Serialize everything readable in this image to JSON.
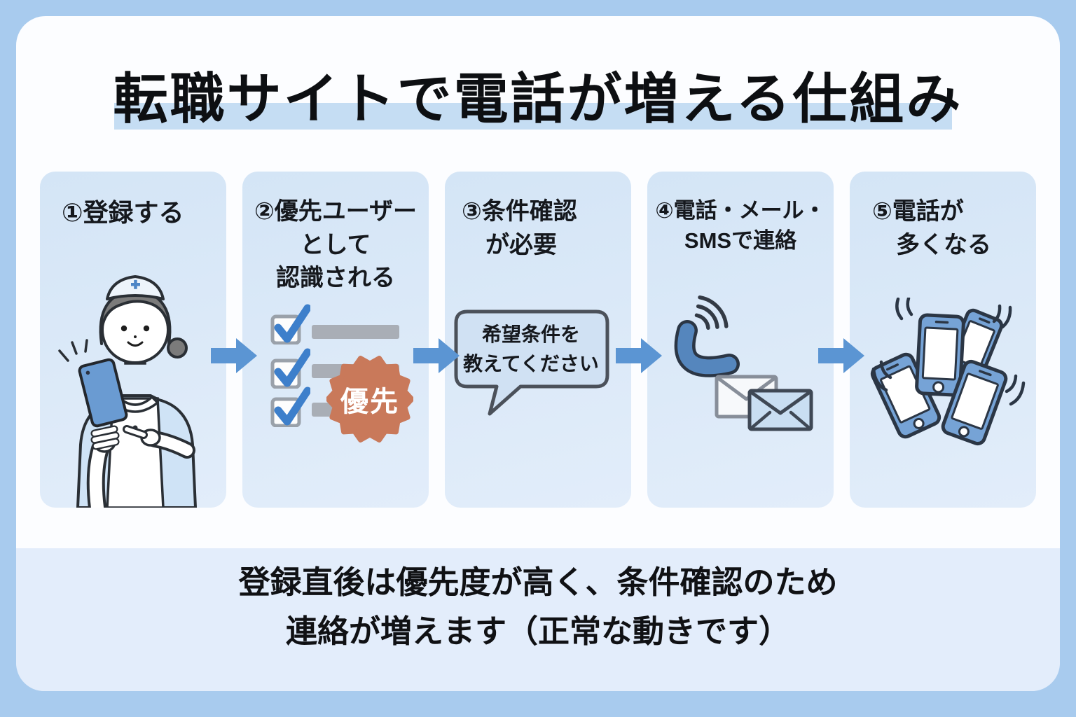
{
  "title": "転職サイトで電話が増える仕組み",
  "steps": [
    {
      "heading": "①登録する",
      "illustration": "nurse-registering-on-smartphone"
    },
    {
      "heading": "②優先ユーザー\nとして\n認識される",
      "badge_label": "優先",
      "illustration": "checklist-with-priority-badge"
    },
    {
      "heading": "③条件確認\n　が必要",
      "bubble_text": "希望条件を\n教えてください",
      "illustration": "speech-bubble"
    },
    {
      "heading": "④電話・メール・\nSMSで連絡",
      "illustration": "ringing-phone-and-envelopes"
    },
    {
      "heading": "⑤電話が\n　多くなる",
      "illustration": "many-ringing-smartphones"
    }
  ],
  "footer": {
    "text": "登録直後は優先度が高く、条件確認のため\n連絡が増えます（正常な動きです）"
  },
  "colors": {
    "outer_background": "#a8cbee",
    "panel_background": "#fcfdff",
    "card_background": "#d8e8f8",
    "title_highlight": "#c5ddf3",
    "footer_strip": "#e3edfb",
    "arrow_blue": "#5b95d3",
    "check_blue": "#3d7fcb",
    "badge_orange": "#c9795a",
    "bubble_fill": "#d0e1f3",
    "icon_outline": "#2b3645"
  }
}
